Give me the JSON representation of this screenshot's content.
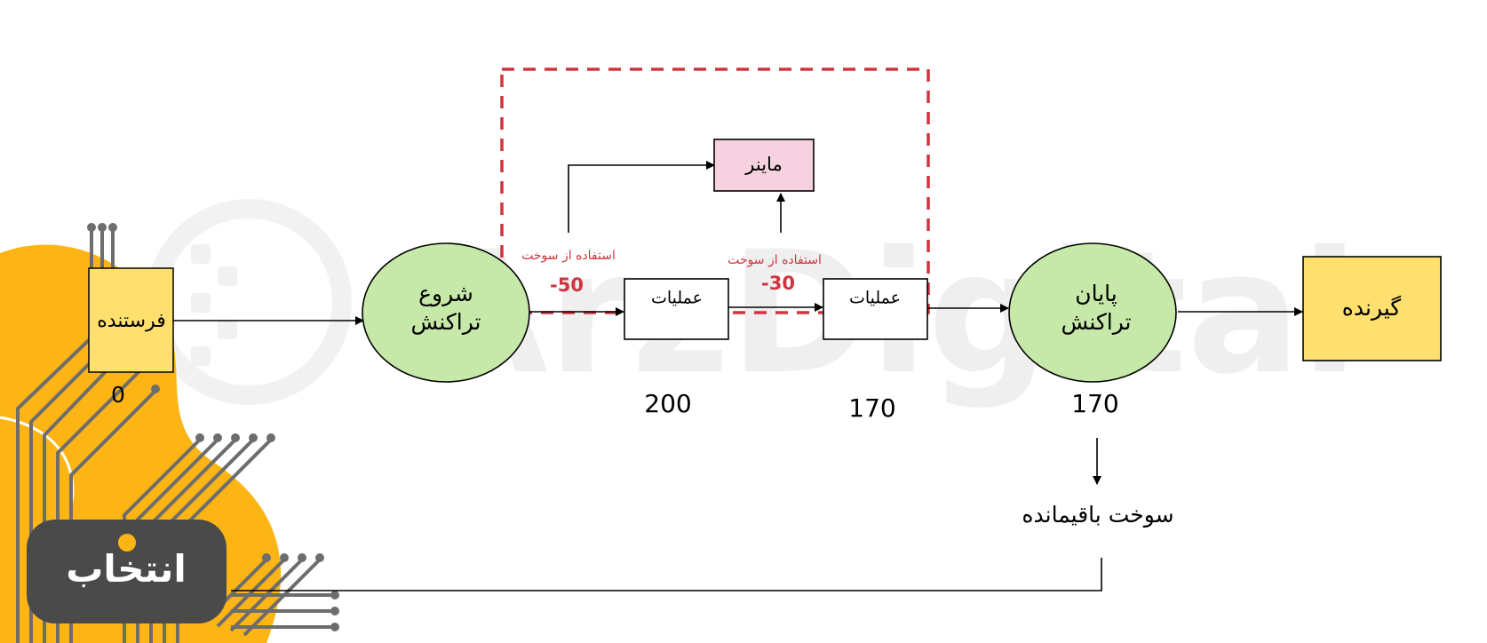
{
  "diagram": {
    "nodes": {
      "sender": "فرستنده",
      "start": [
        "شروع",
        "تراکنش"
      ],
      "op1": "عملیات",
      "op2": "عملیات",
      "miner": "ماینر",
      "end": [
        "پایان",
        "تراکنش"
      ],
      "receiver": "گیرنده"
    },
    "gas_labels": {
      "use1_text": "استفاده از سوخت",
      "use1_value": "-50",
      "use2_text": "استفاده از سوخت",
      "use2_value": "-30"
    },
    "values": {
      "sender_gas": "0",
      "op1_gas": "200",
      "op2_gas": "170",
      "end_gas": "170"
    },
    "remaining": "سوخت باقیمانده"
  },
  "watermark": "ArzDigital",
  "logo_text": "انتخاب",
  "colors": {
    "yellow_box": "#ffdf6e",
    "green_ellipse": "#c6e8a8",
    "pink_box": "#f6d1df",
    "dashed_red": "#d0343f",
    "red_text": "#d0343f",
    "brand_orange": "#fdb515",
    "circuit_grey": "#6d6d6d",
    "logo_dark": "#4a4a4a"
  }
}
